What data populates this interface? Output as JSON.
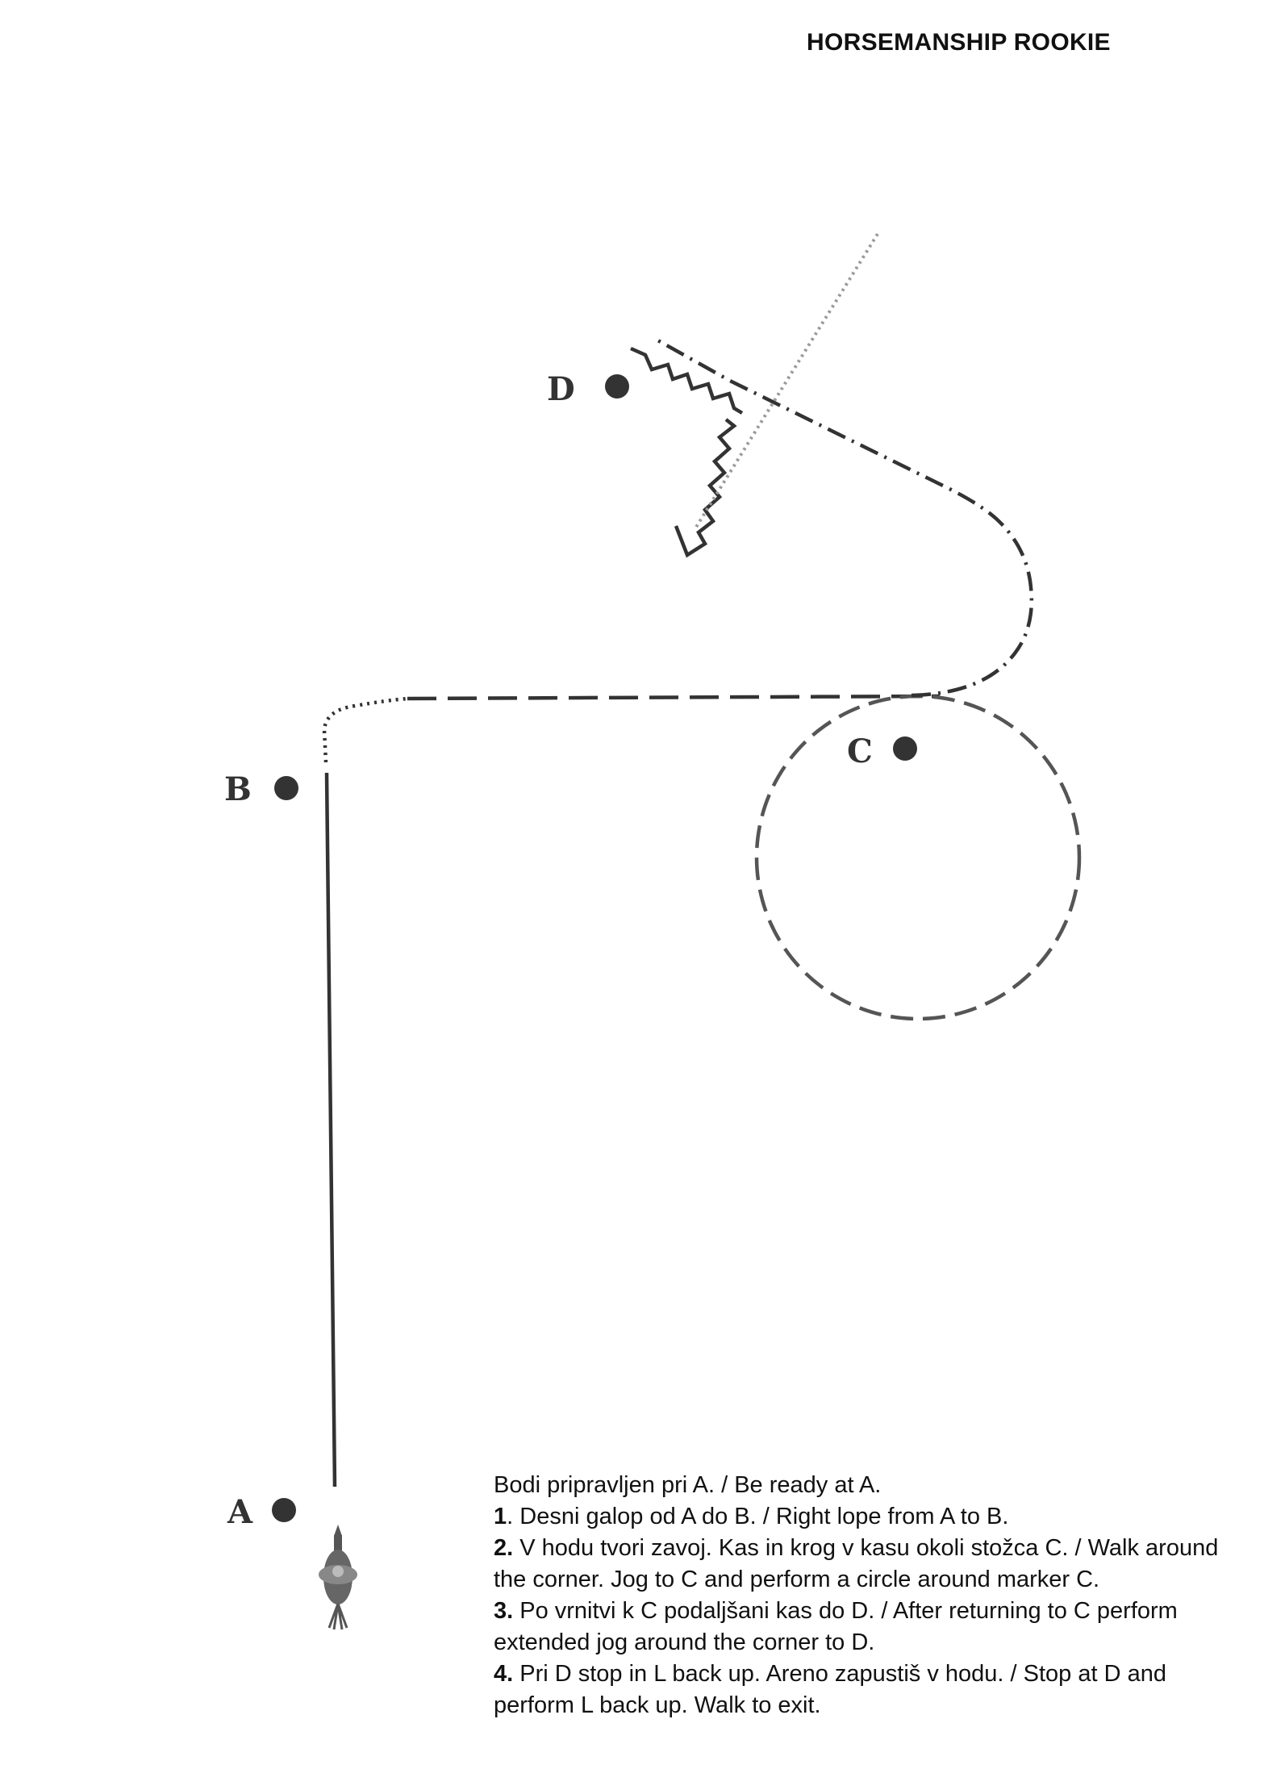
{
  "title": "HORSEMANSHIP ROOKIE",
  "markers": [
    {
      "id": "A",
      "label": "A"
    },
    {
      "id": "B",
      "label": "B"
    },
    {
      "id": "C",
      "label": "C"
    },
    {
      "id": "D",
      "label": "D"
    }
  ],
  "instructions": {
    "intro": "Bodi pripravljen pri A. / Be ready at A.",
    "steps": [
      {
        "number": "1",
        "text": ". Desni galop od A do B. / Right lope from A to B."
      },
      {
        "number": "2.",
        "text": " V hodu tvori zavoj. Kas in krog v kasu okoli stožca C. / Walk around the corner. Jog to C and perform a circle around marker C."
      },
      {
        "number": "3.",
        "text": " Po vrnitvi k C podaljšani kas do D. / After returning to C perform extended jog around the corner to D."
      },
      {
        "number": "4.",
        "text": " Pri D stop in L back up. Areno zapustiš v hodu. / Stop at D and perform L back up. Walk to exit."
      }
    ]
  },
  "icons": {
    "rider": "horse-and-rider-icon"
  },
  "colors": {
    "line": "#333333",
    "dotted_guide": "#9a9a9a",
    "marker": "#333333"
  }
}
